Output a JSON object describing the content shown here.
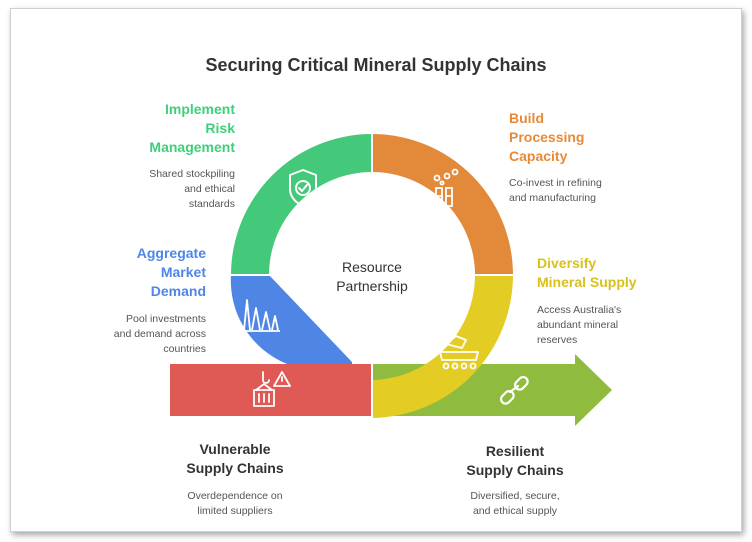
{
  "title": "Securing Critical Mineral Supply Chains",
  "center_label": [
    "Resource",
    "Partnership"
  ],
  "steps": {
    "risk": {
      "title": [
        "Implement",
        "Risk",
        "Management"
      ],
      "desc": [
        "Shared stockpiling",
        "and ethical",
        "standards"
      ],
      "color": "#44c97a",
      "icon": "shield-check-icon"
    },
    "processing": {
      "title": [
        "Build",
        "Processing",
        "Capacity"
      ],
      "desc": [
        "Co-invest in refining",
        "and manufacturing"
      ],
      "color": "#e3893a",
      "icon": "factory-icon"
    },
    "diversify": {
      "title": [
        "Diversify",
        "Mineral Supply"
      ],
      "desc": [
        "Access Australia's",
        "abundant mineral",
        "reserves"
      ],
      "color": "#e3cd25",
      "icon": "mining-icon"
    },
    "aggregate": {
      "title": [
        "Aggregate",
        "Market",
        "Demand"
      ],
      "desc": [
        "Pool investments",
        "and demand across",
        "countries"
      ],
      "color": "#4f86e6",
      "icon": "bar-chart-icon"
    },
    "vulnerable": {
      "title": [
        "Vulnerable",
        "Supply Chains"
      ],
      "desc": [
        "Overdependence on",
        "limited suppliers"
      ],
      "color": "#e05a55",
      "icon": "crane-warning-icon"
    },
    "resilient": {
      "title": [
        "Resilient",
        "Supply Chains"
      ],
      "desc": [
        "Diversified, secure,",
        "and ethical supply"
      ],
      "color": "#8fbc3f",
      "icon": "chain-link-icon"
    }
  }
}
